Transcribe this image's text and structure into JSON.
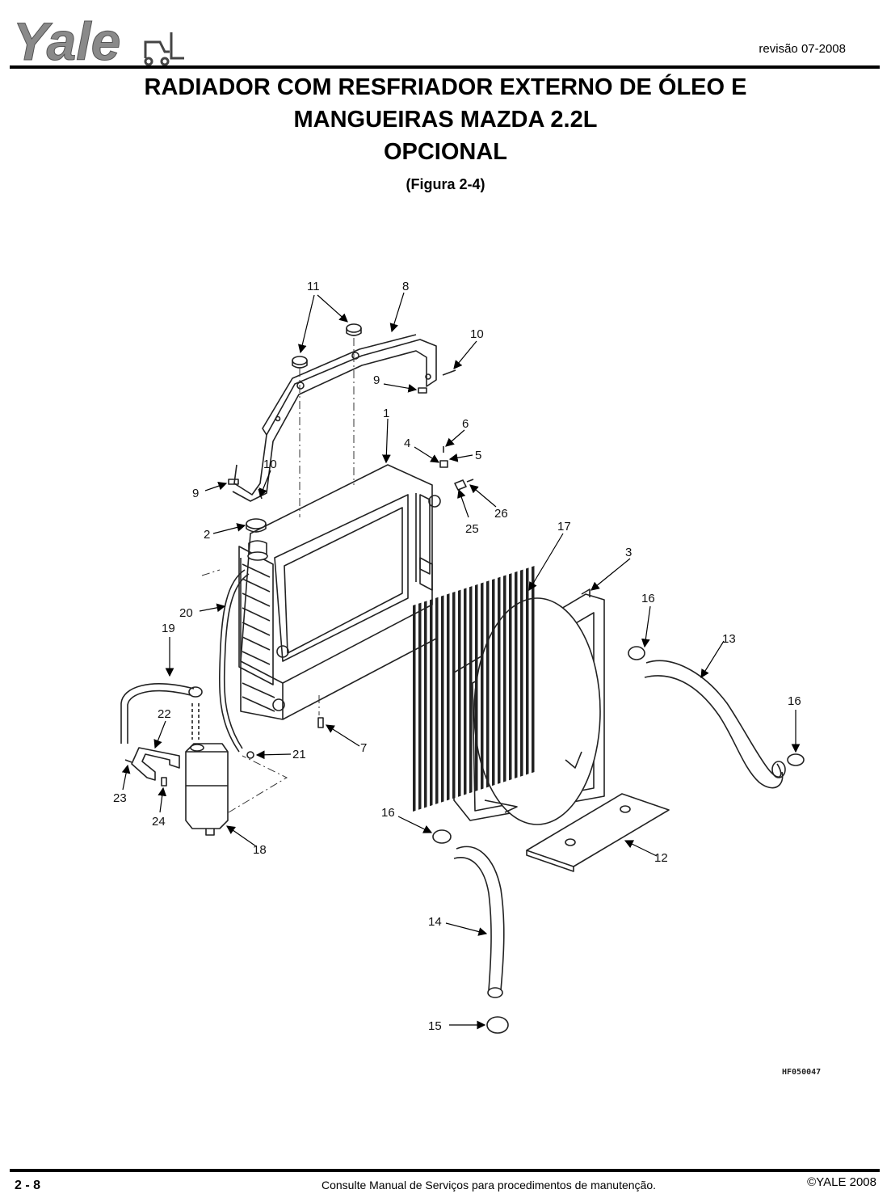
{
  "header": {
    "logo_text": "Yale",
    "revision": "revisão 07-2008"
  },
  "title": {
    "line1": "RADIADOR COM RESFRIADOR EXTERNO DE ÓLEO E",
    "line2": "MANGUEIRAS MAZDA 2.2L",
    "line3": "OPCIONAL",
    "figure_ref": "(Figura 2-4)"
  },
  "diagram": {
    "figure_code": "HF050047",
    "callouts": [
      "11",
      "8",
      "10",
      "9",
      "1",
      "6",
      "4",
      "5",
      "10",
      "9",
      "25",
      "26",
      "2",
      "17",
      "3",
      "16",
      "13",
      "20",
      "19",
      "16",
      "22",
      "21",
      "7",
      "23",
      "24",
      "18",
      "16",
      "12",
      "14",
      "15"
    ]
  },
  "footer": {
    "page_number": "2 - 8",
    "note": "Consulte Manual de Serviços para procedimentos de manutenção.",
    "copyright": "©YALE 2008"
  }
}
